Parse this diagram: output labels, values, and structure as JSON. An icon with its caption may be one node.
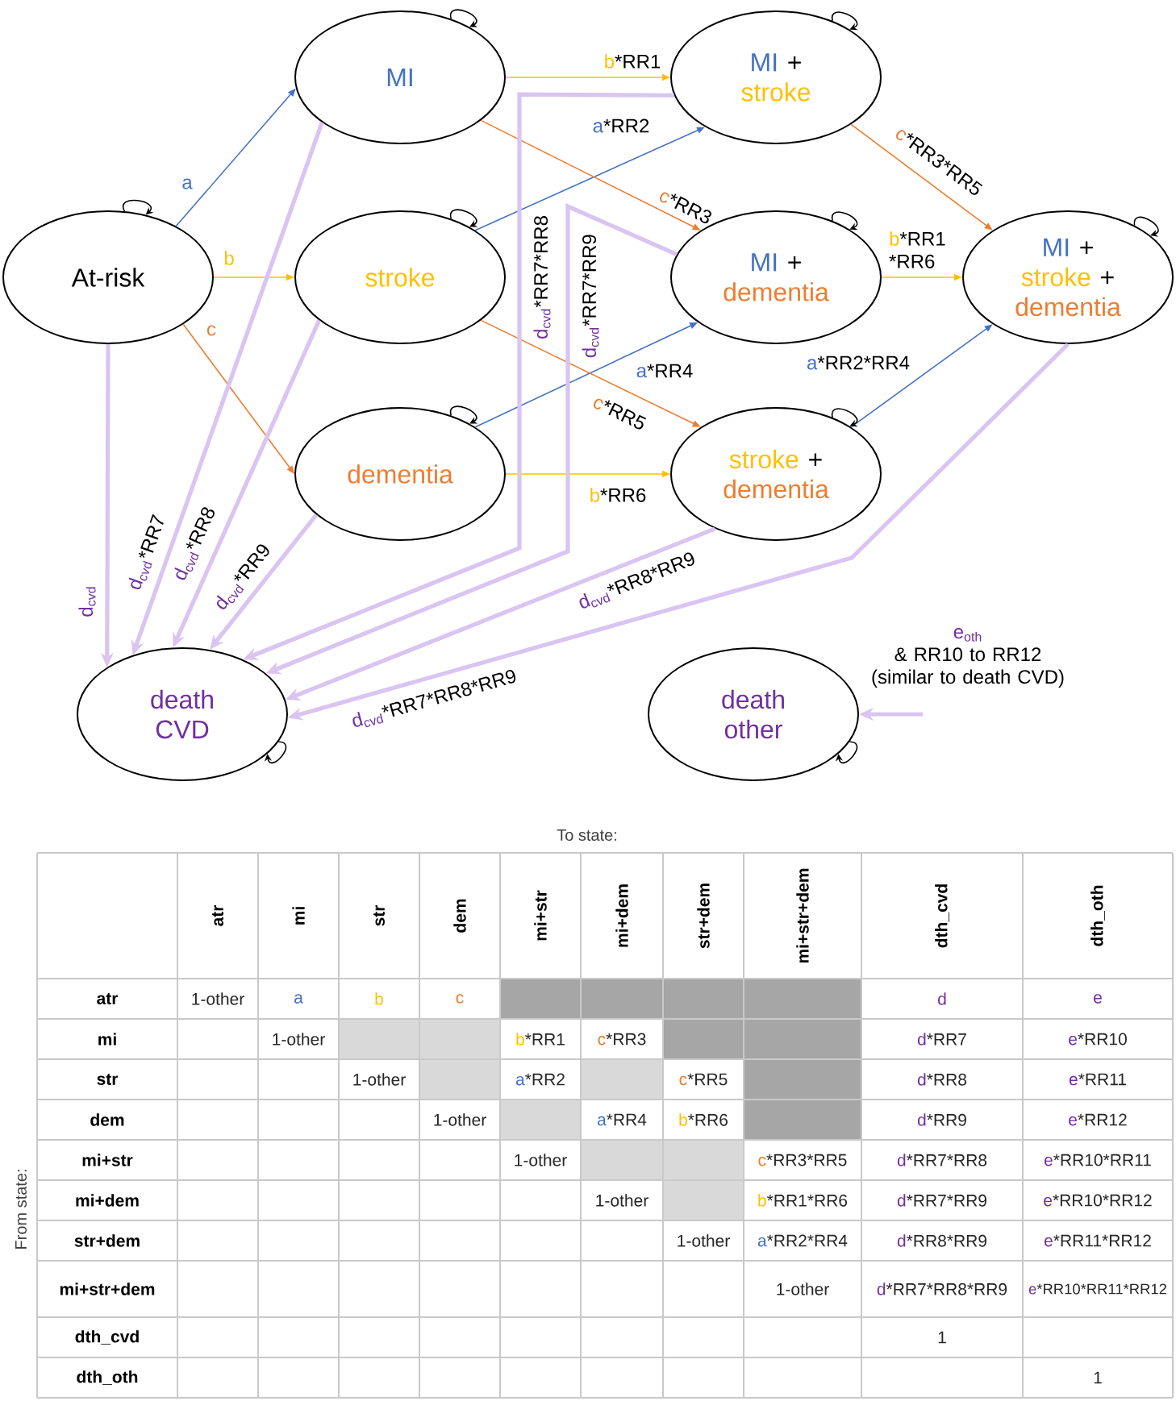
{
  "diagram": {
    "nodes": [
      {
        "text": [
          "At-risk"
        ]
      },
      {
        "text": [
          "MI"
        ]
      },
      {
        "text": [
          "stroke"
        ]
      },
      {
        "text": [
          "dementia"
        ]
      },
      {
        "text": [
          "MI + stroke"
        ]
      },
      {
        "text": [
          "MI + dementia"
        ]
      },
      {
        "text": [
          "stroke + dementia"
        ]
      },
      {
        "text": [
          "MI + stroke + dementia"
        ]
      },
      {
        "text": [
          "death CVD"
        ]
      },
      {
        "text": [
          "death other"
        ]
      }
    ],
    "edges": [
      {
        "from": 0,
        "to": 1,
        "arrow": "to",
        "label": "a",
        "color": "#4472c4"
      },
      {
        "from": 0,
        "to": 2,
        "arrow": "to",
        "label": "b",
        "color": "#ffc000"
      },
      {
        "from": 0,
        "to": 3,
        "arrow": "to",
        "label": "c",
        "color": "#ed7d31"
      },
      {
        "from": 1,
        "to": 4,
        "arrow": "to",
        "label": "b*RR1",
        "color": "#ffc000"
      },
      {
        "from": 2,
        "to": 4,
        "arrow": "to",
        "label": "a*RR2",
        "color": "#4472c4"
      },
      {
        "from": 1,
        "to": 5,
        "arrow": "to",
        "label": "c*RR3",
        "color": "#ed7d31"
      },
      {
        "from": 4,
        "to": 7,
        "arrow": "to",
        "label": "c*RR3*RR5",
        "color": "#ed7d31"
      },
      {
        "from": 5,
        "to": 7,
        "arrow": "to",
        "label": "b*RR1 *RR6",
        "color": "#ffc000"
      },
      {
        "from": 3,
        "to": 5,
        "arrow": "to",
        "label": "a*RR4",
        "color": "#4472c4"
      },
      {
        "from": 2,
        "to": 6,
        "arrow": "to",
        "label": "c*RR5",
        "color": "#ed7d31"
      },
      {
        "from": 3,
        "to": 6,
        "arrow": "to",
        "label": "b*RR6",
        "color": "#ffc000"
      },
      {
        "from": 6,
        "to": 7,
        "arrow": "to",
        "label": "a*RR2*RR4",
        "color": "#4472c4"
      },
      {
        "from": 0,
        "to": 8,
        "arrow": "to",
        "label": "d$_{cvd}$",
        "style": "thick",
        "color": "#d9c4f2"
      },
      {
        "from": 1,
        "to": 8,
        "arrow": "to",
        "label": "d$_{cvd}$*RR7",
        "style": "thick",
        "color": "#d9c4f2"
      },
      {
        "from": 2,
        "to": 8,
        "arrow": "to",
        "label": "d$_{cvd}$*RR8",
        "style": "thick",
        "color": "#d9c4f2"
      },
      {
        "from": 3,
        "to": 8,
        "arrow": "to",
        "label": "d$_{cvd}$*RR9",
        "style": "thick",
        "color": "#d9c4f2"
      },
      {
        "from": 4,
        "to": 8,
        "arrow": "to",
        "label": "d$_{cvd}$*RR7*RR8",
        "style": "thick",
        "color": "#d9c4f2"
      },
      {
        "from": 5,
        "to": 8,
        "arrow": "to",
        "label": "d$_{cvd}$*RR7*RR9",
        "style": "thick",
        "color": "#d9c4f2"
      },
      {
        "from": 6,
        "to": 8,
        "arrow": "to",
        "label": "d$_{cvd}$*RR8*RR9",
        "style": "thick",
        "color": "#d9c4f2"
      },
      {
        "from": 7,
        "to": 8,
        "arrow": "to",
        "label": "d$_{cvd}$*RR7*RR8*RR9",
        "style": "thick",
        "color": "#d9c4f2"
      },
      {
        "from": null,
        "to": 9,
        "arrow": "to",
        "label": "e$_{oth}$ & RR10 to RR12 (similar to death CVD)",
        "style": "thick",
        "color": "#d9c4f2"
      },
      {
        "from": 0,
        "to": 0,
        "arrow": "to"
      },
      {
        "from": 1,
        "to": 1,
        "arrow": "to"
      },
      {
        "from": 2,
        "to": 2,
        "arrow": "to"
      },
      {
        "from": 3,
        "to": 3,
        "arrow": "to"
      },
      {
        "from": 4,
        "to": 4,
        "arrow": "to"
      },
      {
        "from": 5,
        "to": 5,
        "arrow": "to"
      },
      {
        "from": 6,
        "to": 6,
        "arrow": "to"
      },
      {
        "from": 7,
        "to": 7,
        "arrow": "to"
      },
      {
        "from": 8,
        "to": 8,
        "arrow": "to"
      },
      {
        "from": 9,
        "to": 9,
        "arrow": "to"
      }
    ],
    "labels": [
      "To state:",
      "From state:",
      "atr",
      "mi",
      "str",
      "dem",
      "mi+str",
      "mi+dem",
      "str+dem",
      "mi+str+dem",
      "dth_cvd",
      "dth_oth",
      "atr",
      "1-other",
      "a",
      "b",
      "c",
      "d",
      "e",
      "mi",
      "1-other",
      "b*RR1",
      "c*RR3",
      "d*RR7",
      "e*RR10",
      "str",
      "1-other",
      "a*RR2",
      "c*RR5",
      "d*RR8",
      "e*RR11",
      "dem",
      "1-other",
      "a*RR4",
      "b*RR6",
      "d*RR9",
      "e*RR12",
      "mi+str",
      "1-other",
      "c*RR3*RR5",
      "d*RR7*RR8",
      "e*RR10*RR11",
      "mi+dem",
      "1-other",
      "b*RR1*RR6",
      "d*RR7*RR9",
      "e*RR10*RR12",
      "str+dem",
      "1-other",
      "a*RR2*RR4",
      "d*RR8*RR9",
      "e*RR11*RR12",
      "mi+str+dem",
      "1-other",
      "d*RR7*RR8*RR9",
      "e*RR10*RR11*RR12",
      "dth_cvd",
      "1",
      "dth_oth",
      "1"
    ]
  }
}
